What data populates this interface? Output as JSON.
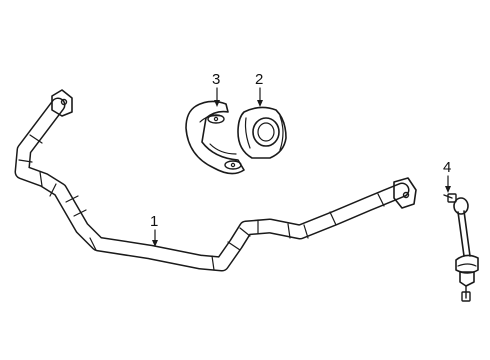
{
  "diagram": {
    "callouts": [
      {
        "id": "1",
        "text": "1"
      },
      {
        "id": "2",
        "text": "2"
      },
      {
        "id": "3",
        "text": "3"
      },
      {
        "id": "4",
        "text": "4"
      }
    ],
    "colors": {
      "ink": "#1a1a1a",
      "background": "#ffffff"
    }
  }
}
